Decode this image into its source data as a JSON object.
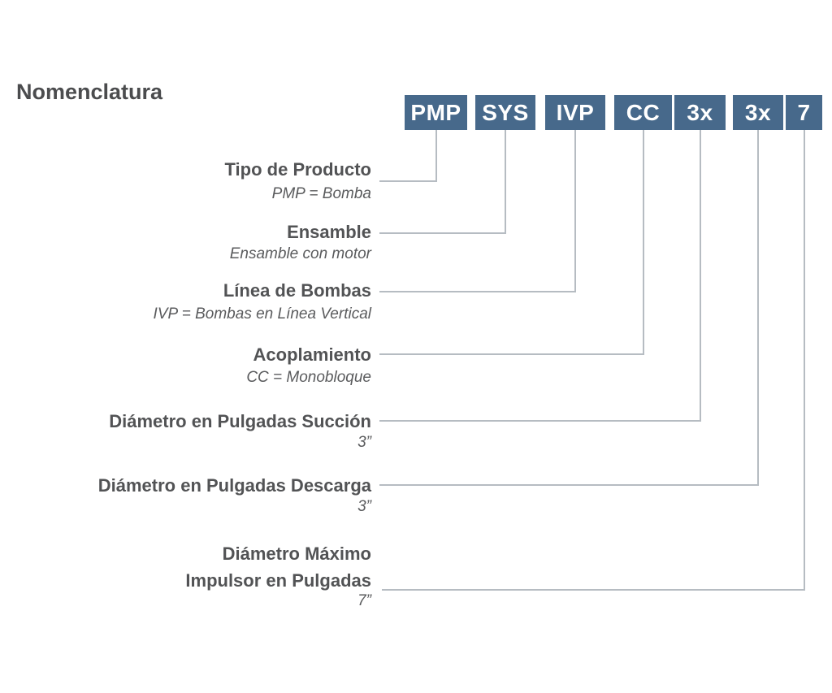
{
  "title": "Nomenclatura",
  "code_boxes": [
    {
      "label": "PMP"
    },
    {
      "label": "SYS"
    },
    {
      "label": "IVP"
    },
    {
      "label": "CC"
    },
    {
      "label": "3x"
    },
    {
      "label": "3x"
    },
    {
      "label": "7"
    }
  ],
  "rows": [
    {
      "label": "Tipo de Producto",
      "value": "PMP = Bomba"
    },
    {
      "label": "Ensamble",
      "value": "Ensamble con motor"
    },
    {
      "label": "Línea de Bombas",
      "value": "IVP = Bombas en Línea Vertical"
    },
    {
      "label": "Acoplamiento",
      "value": "CC = Monobloque"
    },
    {
      "label": "Diámetro en Pulgadas Succión",
      "value": "3”"
    },
    {
      "label": "Diámetro en Pulgadas Descarga",
      "value": "3”"
    },
    {
      "label": "Diámetro Máximo\nImpulsor en Pulgadas",
      "value": "7”"
    }
  ],
  "colors": {
    "box_background": "#47698b",
    "box_text": "#ffffff",
    "label_text": "#525355",
    "connector_line": "#b6bcc2"
  }
}
